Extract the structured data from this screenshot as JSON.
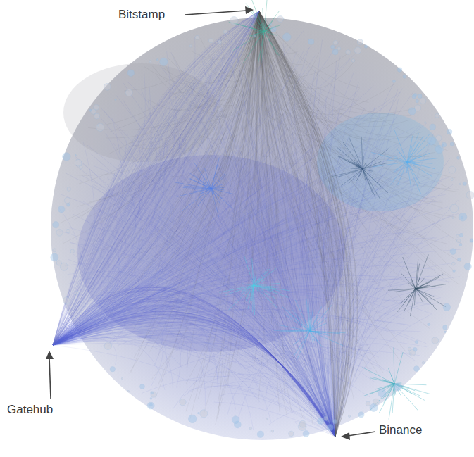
{
  "diagram": {
    "labels": [
      "Bitstamp",
      "Gatehub",
      "Binance"
    ]
  }
}
